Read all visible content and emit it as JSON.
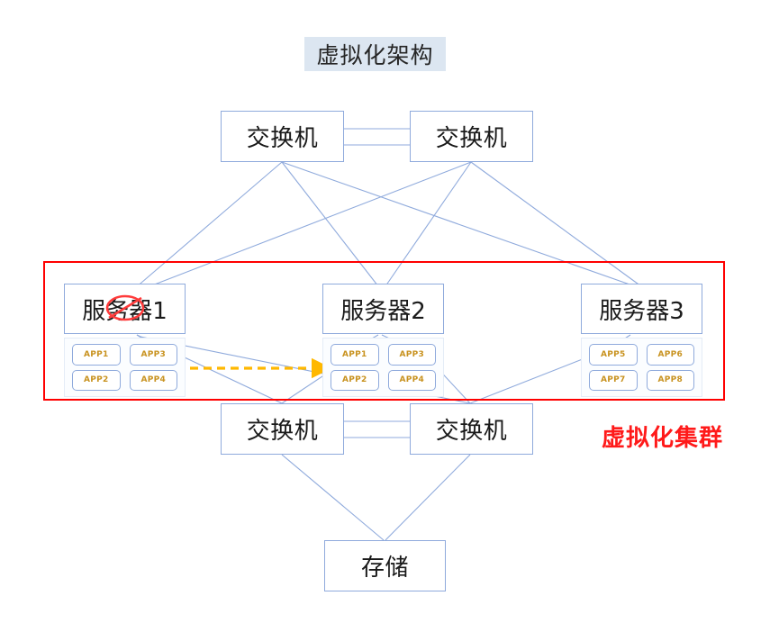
{
  "diagram": {
    "title": "虚拟化架构",
    "title_bg": "#dce6f1",
    "cluster_caption": "虚拟化集群",
    "cluster_caption_color": "#ff0000",
    "cluster_frame_color": "#ff0000",
    "link_color": "#8faadc",
    "migration_arrow_color": "#ffb800",
    "fault_marker_color": "#ff3b3b",
    "switches_top": [
      {
        "label": "交换机"
      },
      {
        "label": "交换机"
      }
    ],
    "switches_bottom": [
      {
        "label": "交换机"
      },
      {
        "label": "交换机"
      }
    ],
    "servers": [
      {
        "label": "服务器1",
        "status": "failed",
        "apps": [
          "APP1",
          "APP3",
          "APP2",
          "APP4"
        ]
      },
      {
        "label": "服务器2",
        "status": "active",
        "apps": [
          "APP1",
          "APP3",
          "APP2",
          "APP4"
        ]
      },
      {
        "label": "服务器3",
        "status": "active",
        "apps": [
          "APP5",
          "APP6",
          "APP7",
          "APP8"
        ]
      }
    ],
    "storage": {
      "label": "存储"
    }
  }
}
